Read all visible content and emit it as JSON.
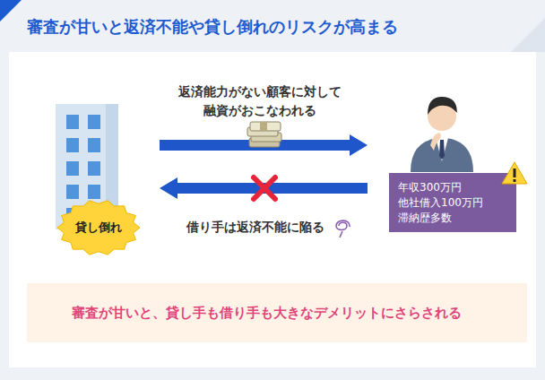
{
  "diagram": {
    "title": "審査が甘いと返済不能や貸し倒れのリスクが高まる",
    "nodes": [
      {
        "text": [
          "貸し倒れ"
        ]
      },
      {
        "text": [
          "年収300万円 他社借入100万円 滞納歴多数"
        ]
      },
      {
        "text": [
          "審査が甘いと、貸し手も借り手も大きなデメリットにさらされる"
        ]
      }
    ],
    "edges": [
      {
        "from": 0,
        "to": 1,
        "arrow": "to",
        "label": "返済能力がない顧客に対して 融資がおこなわれる"
      },
      {
        "from": 1,
        "to": 0,
        "arrow": "to",
        "label": "借り手は返済不能に陥る"
      }
    ]
  }
}
